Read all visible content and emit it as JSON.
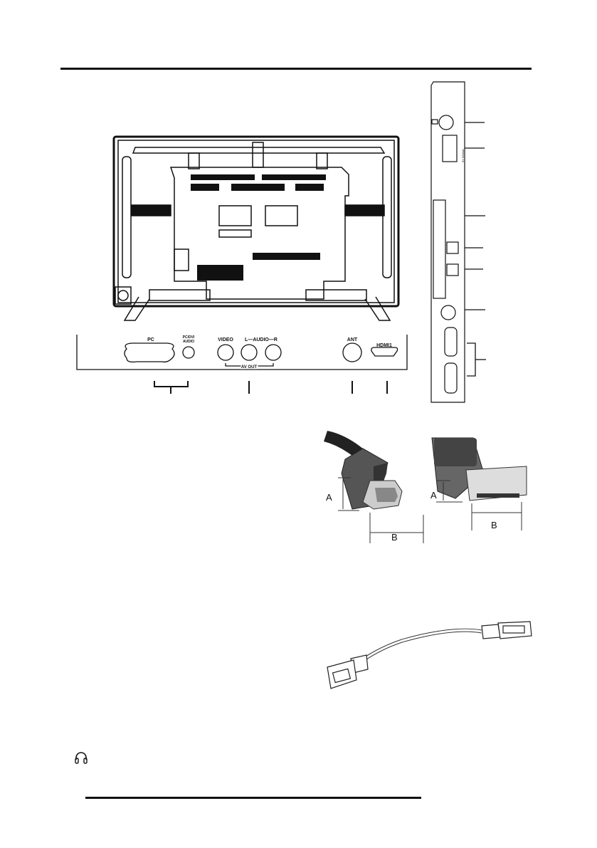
{
  "rear_panel": {
    "labels": {
      "pc": "PC",
      "pc_dvi_audio_1": "PC/DVI",
      "pc_dvi_audio_2": "AUDIO",
      "video": "VIDEO",
      "audio_lr": "L—AUDIO—R",
      "av_out": "AV OUT",
      "ant": "ANT",
      "hdmi1": "HDMI1"
    }
  },
  "side_panel": {
    "usb_rating": "5V 500mA"
  },
  "hdmi_cable": {
    "dim_a": "A",
    "dim_b": "B"
  },
  "usb_plug": {
    "dim_a": "A",
    "dim_b": "B"
  },
  "icons": {
    "headphone": "headphone-icon"
  },
  "colors": {
    "ink": "#111111",
    "plug_gray": "#555555"
  }
}
